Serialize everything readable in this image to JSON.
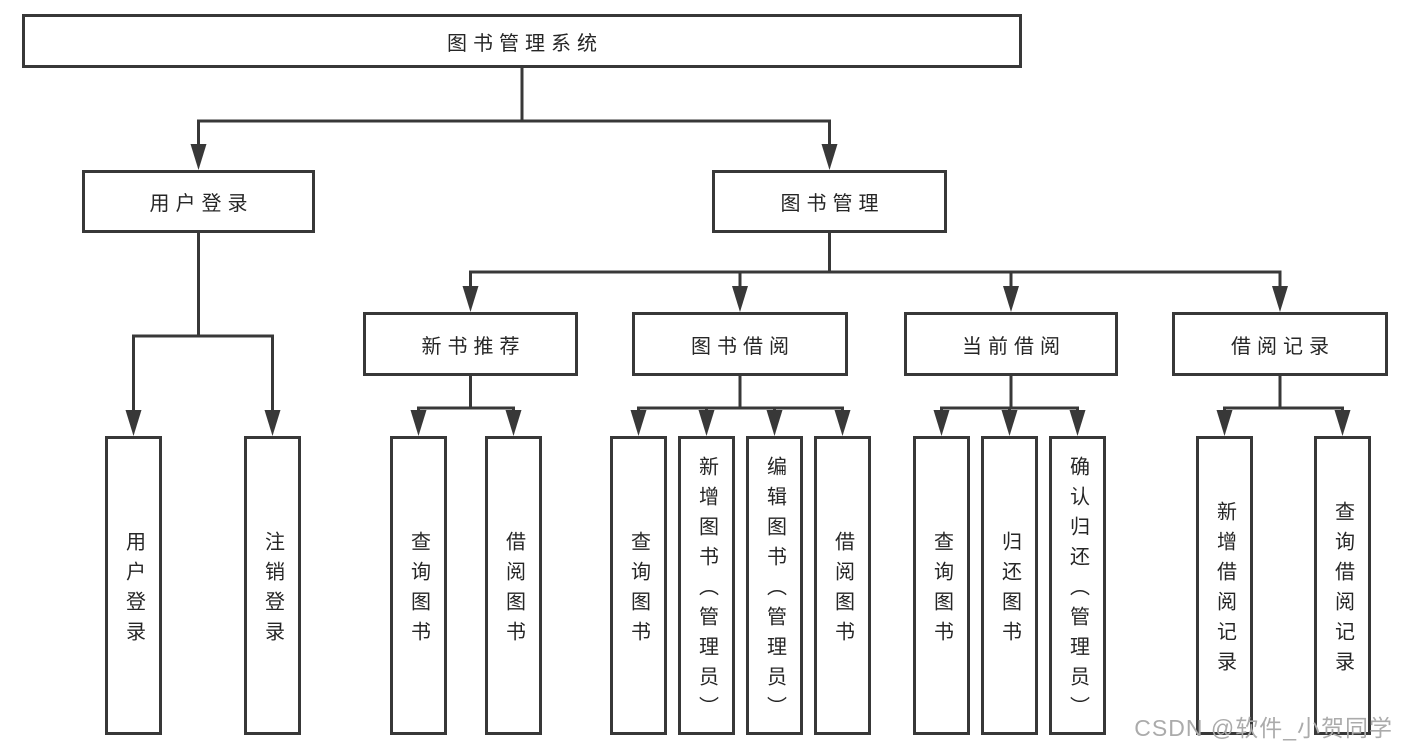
{
  "title": "图书管理系统",
  "colors": {
    "background": "#ffffff",
    "line": "#383838",
    "text": "#262626",
    "watermark": "#ababab"
  },
  "watermark": {
    "text": "CSDN @软件_小贺同学"
  },
  "tree": {
    "label": "图书管理系统",
    "children": [
      {
        "label": "用户登录",
        "children": [
          {
            "label": "用户登录"
          },
          {
            "label": "注销登录"
          }
        ]
      },
      {
        "label": "图书管理",
        "children": [
          {
            "label": "新书推荐",
            "children": [
              {
                "label": "查询图书"
              },
              {
                "label": "借阅图书"
              }
            ]
          },
          {
            "label": "图书借阅",
            "children": [
              {
                "label": "查询图书"
              },
              {
                "label": "新增图书（管理员）"
              },
              {
                "label": "编辑图书（管理员）"
              },
              {
                "label": "借阅图书"
              }
            ]
          },
          {
            "label": "当前借阅",
            "children": [
              {
                "label": "查询图书"
              },
              {
                "label": "归还图书"
              },
              {
                "label": "确认归还（管理员）"
              }
            ]
          },
          {
            "label": "借阅记录",
            "children": [
              {
                "label": "新增借阅记录"
              },
              {
                "label": "查询借阅记录"
              }
            ]
          }
        ]
      }
    ]
  }
}
